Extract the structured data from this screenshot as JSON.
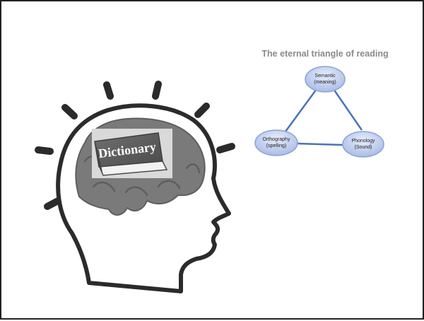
{
  "book": {
    "title": "Dictionary"
  },
  "triangle": {
    "title": "The eternal triangle of reading",
    "nodes": [
      {
        "line1": "Semantic",
        "line2": "(meaning)"
      },
      {
        "line1": "Orthography",
        "line2": "(spelling)"
      },
      {
        "line1": "Phonology",
        "line2": "(Sound)"
      }
    ]
  },
  "colors": {
    "node_fill": "#b7c6ea",
    "node_stroke": "#8da2d6",
    "edge": "#4a72b8",
    "brain": "#7a7a7a",
    "head_outline": "#2b2b2b",
    "book_cover": "#5c5c5c",
    "title_text": "#8a8a8a"
  }
}
